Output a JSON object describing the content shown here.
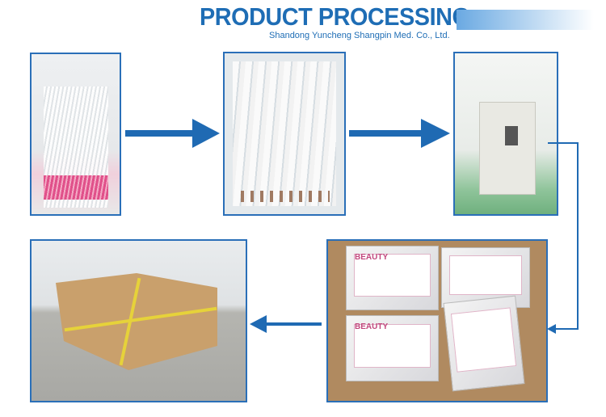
{
  "header": {
    "title": "PRODUCT PROCESSING",
    "subtitle": "Shandong Yuncheng Shangpin Med. Co., Ltd.",
    "accent": "#1e6db5"
  },
  "steps": [
    {
      "name": "needles"
    },
    {
      "name": "packaged-needles"
    },
    {
      "name": "sterilization-machine"
    },
    {
      "name": "packed-bags",
      "logo_text": "BEAUTY"
    },
    {
      "name": "shipping-carton"
    }
  ],
  "colors": {
    "frame": "#2a6fb8",
    "arrow": "#1f6ab3"
  }
}
